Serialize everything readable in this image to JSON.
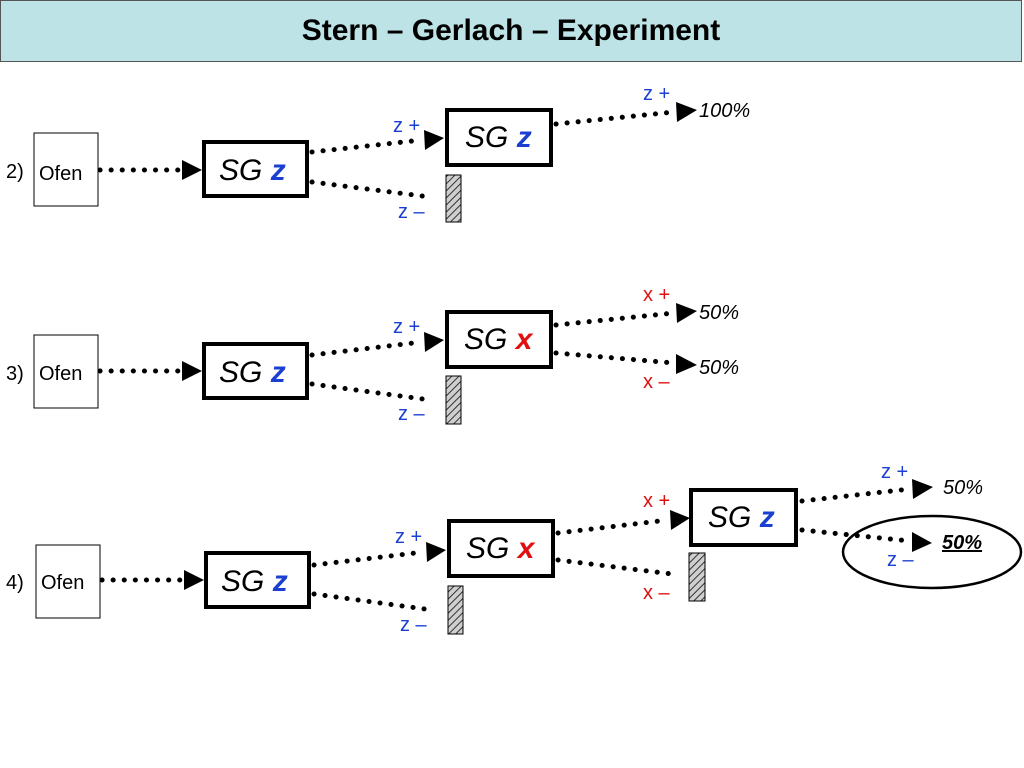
{
  "title": "Stern – Gerlach – Experiment",
  "colors": {
    "blue": "#1a3fd1",
    "red": "#e01010",
    "title_bg": "#bde3e6"
  },
  "rows": [
    {
      "label": "2)",
      "oven": "Ofen",
      "sg1": {
        "text": "SG",
        "axis": "z"
      },
      "sg1_up": "z +",
      "sg1_down": "z –",
      "sg2": {
        "text": "SG",
        "axis": "z"
      },
      "sg2_up": "z +",
      "sg2_up_pct": "100%"
    },
    {
      "label": "3)",
      "oven": "Ofen",
      "sg1": {
        "text": "SG",
        "axis": "z"
      },
      "sg1_up": "z +",
      "sg1_down": "z –",
      "sg2": {
        "text": "SG",
        "axis": "x"
      },
      "sg2_up": "x +",
      "sg2_up_pct": "50%",
      "sg2_down": "x –",
      "sg2_down_pct": "50%"
    },
    {
      "label": "4)",
      "oven": "Ofen",
      "sg1": {
        "text": "SG",
        "axis": "z"
      },
      "sg1_up": "z +",
      "sg1_down": "z –",
      "sg2": {
        "text": "SG",
        "axis": "x"
      },
      "sg2_up": "x +",
      "sg2_down": "x –",
      "sg3": {
        "text": "SG",
        "axis": "z"
      },
      "sg3_up": "z +",
      "sg3_up_pct": "50%",
      "sg3_down": "z –",
      "sg3_down_pct": "50%"
    }
  ]
}
